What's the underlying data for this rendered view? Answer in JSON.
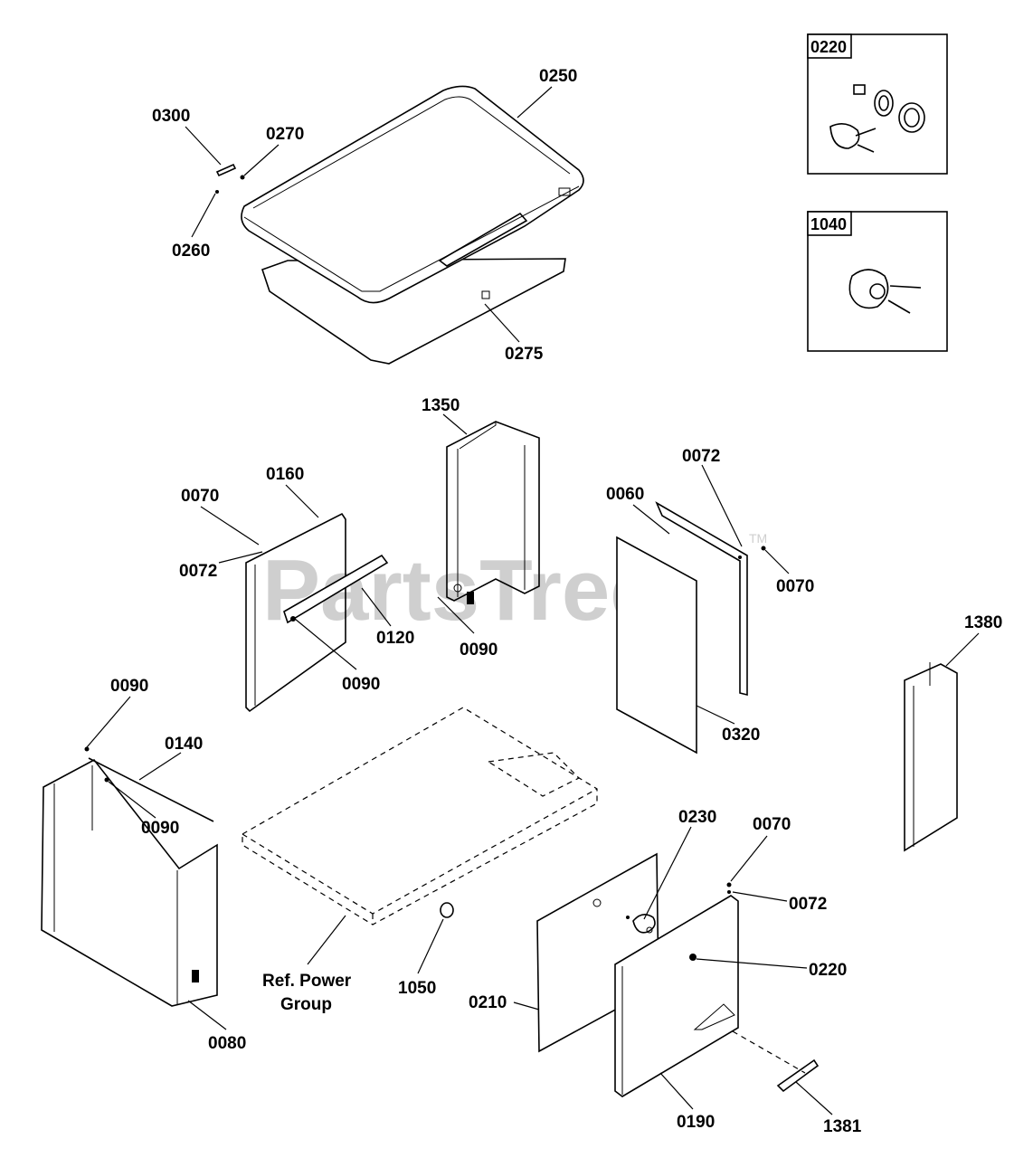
{
  "watermark": {
    "text": "PartsTree",
    "trademark": "TM"
  },
  "inset_boxes": [
    {
      "id": "0220"
    },
    {
      "id": "1040"
    }
  ],
  "callouts": {
    "c0300": "0300",
    "c0270": "0270",
    "c0250": "0250",
    "c0260": "0260",
    "c0275": "0275",
    "c1350": "1350",
    "c0160": "0160",
    "c0070a": "0070",
    "c0072a": "0072",
    "c0120": "0120",
    "c0090a": "0090",
    "c0090b": "0090",
    "c0072b": "0072",
    "c0060": "0060",
    "c0070b": "0070",
    "c0320": "0320",
    "c1380": "1380",
    "c0090c": "0090",
    "c0140": "0140",
    "c0090d": "0090",
    "c0080": "0080",
    "ref_line1": "Ref. Power",
    "ref_line2": "Group",
    "c1050": "1050",
    "c0230": "0230",
    "c0070c": "0070",
    "c0072c": "0072",
    "c0220": "0220",
    "c0210": "0210",
    "c0190": "0190",
    "c1381": "1381"
  }
}
